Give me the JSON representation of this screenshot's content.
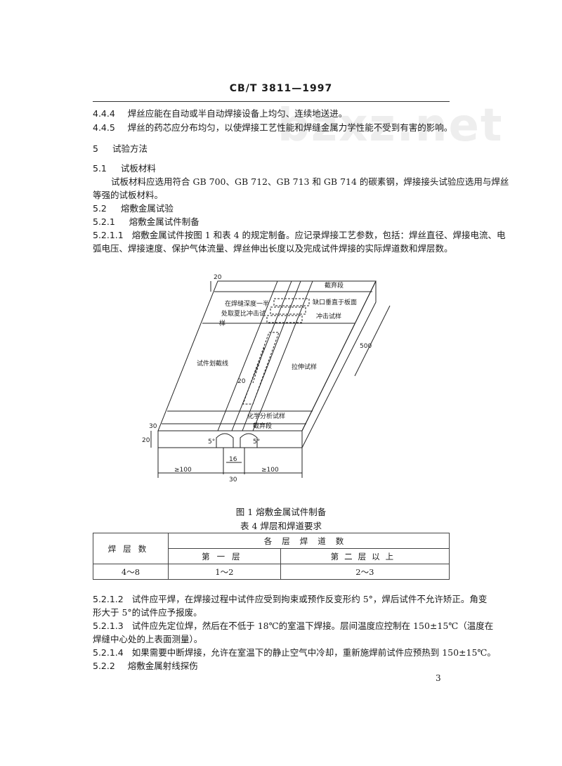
{
  "header": {
    "standard": "CB/T 3811—1997"
  },
  "watermark": "bzxz.net",
  "paragraphs": [
    {
      "num": "4.4.4",
      "text": "焊丝应能在自动或半自动焊接设备上均匀、连续地送进。"
    },
    {
      "num": "4.4.5",
      "text": "焊丝的药芯应分布均匀，以使焊接工艺性能和焊缝金属力学性能不受到有害的影响。"
    }
  ],
  "section5": {
    "num": "5",
    "title": "试验方法"
  },
  "s51": {
    "num": "5.1",
    "title": "试板材料",
    "body1": "试板材料应选用符合 GB 700、GB 712、GB 713 和 GB 714 的碳素钢，焊接接头试验应选用与焊丝",
    "body2": "等强的试板材料。"
  },
  "s52": {
    "num": "5.2",
    "title": "熔敷金属试验"
  },
  "s521": {
    "num": "5.2.1",
    "title": "熔敷金属试件制备"
  },
  "s5211": {
    "num": "5.2.1.1",
    "line1": "熔敷金属试件按图 1 和表 4 的规定制备。应记录焊接工艺参数，包括：焊丝直径、焊接电流、电",
    "line2": "弧电压、焊接速度、保护气体流量、焊丝伸出长度以及完成试件焊接的实际焊道数和焊层数。"
  },
  "figure": {
    "labels": {
      "discard_top": "截弃段",
      "notch_a": "在焊缝深度一半",
      "notch_b": "处取夏比冲击试",
      "notch_c": "样",
      "notch_side": "缺口垂直于板面",
      "impact": "冲击试样",
      "scribe": "试件划截线",
      "tensile": "拉伸试样",
      "chem": "化学分析试样",
      "discard_bottom": "截弃段"
    },
    "dims": {
      "top20": "20",
      "mid20": "20",
      "side30": "30",
      "thick20": "20",
      "len500": "500",
      "left100": "≥100",
      "right100": "≥100",
      "gap16": "16",
      "width30": "30",
      "angle_left": "5°",
      "angle_right": "5°"
    },
    "caption": "图 1  熔敷金属试件制备"
  },
  "table4": {
    "caption": "表 4  焊层和焊道要求",
    "col1_header": "焊层数",
    "group_header": "各层焊道数",
    "sub1": "第一层",
    "sub2": "第二层以上",
    "row": {
      "layers": "4～8",
      "first": "1～2",
      "second": "2～3"
    }
  },
  "s5212": {
    "num": "5.2.1.2",
    "line1": "试件应平焊，在焊接过程中试件应受到拘束或预作反变形约 5°，焊后试件不允许矫正。角变",
    "line2": "形大于 5°的试件应予报废。"
  },
  "s5213": {
    "num": "5.2.1.3",
    "line1": "试件应先定位焊，然后在不低于 18℃的室温下焊接。层间温度应控制在 150±15℃（温度在",
    "line2": "焊缝中心处的上表面测量）。"
  },
  "s5214": {
    "num": "5.2.1.4",
    "line1": "如果需要中断焊接，允许在室温下的静止空气中冷却，重新施焊前试件应预热到 150±15℃。"
  },
  "s522": {
    "num": "5.2.2",
    "title": "熔敷金属射线探伤"
  },
  "page_number": "3"
}
